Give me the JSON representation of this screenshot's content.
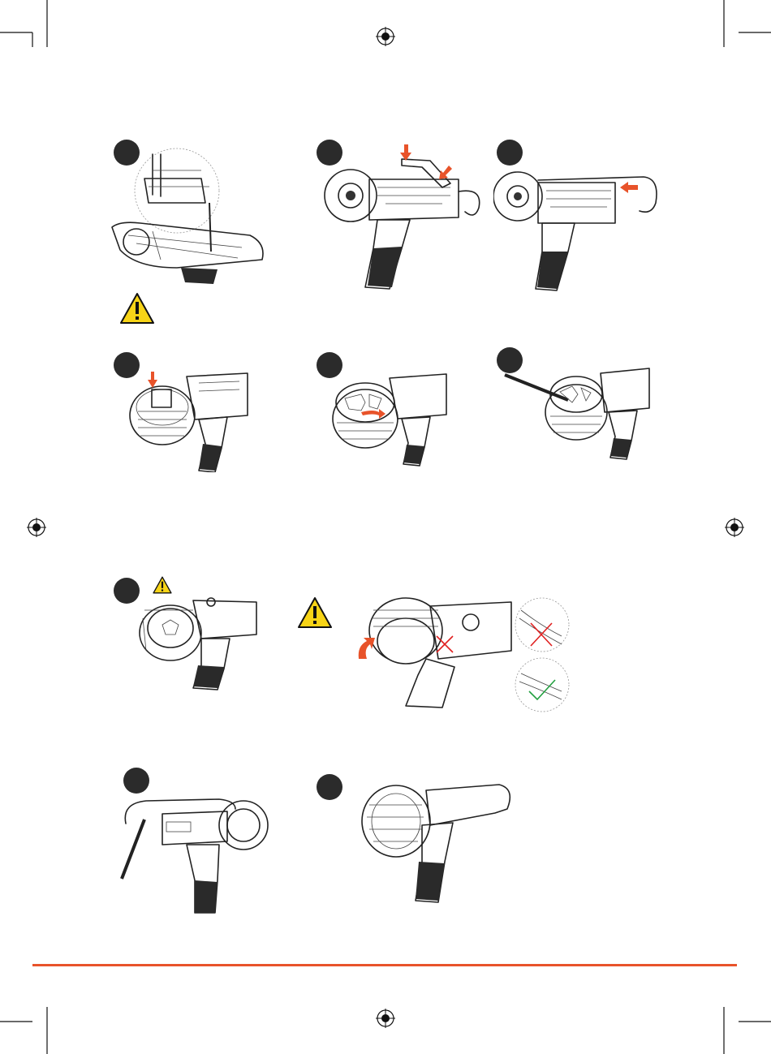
{
  "page": {
    "steps": [
      {
        "id": "step-1",
        "label": ""
      },
      {
        "id": "step-2",
        "label": ""
      },
      {
        "id": "step-3",
        "label": ""
      },
      {
        "id": "step-4",
        "label": ""
      },
      {
        "id": "step-5",
        "label": ""
      },
      {
        "id": "step-6",
        "label": ""
      },
      {
        "id": "step-7",
        "label": ""
      },
      {
        "id": "step-8",
        "label": ""
      },
      {
        "id": "step-9",
        "label": ""
      },
      {
        "id": "step-10",
        "label": ""
      }
    ],
    "icons": [
      "warning-icon",
      "registration-mark-icon",
      "crop-mark-icon",
      "arrow-icon",
      "cross-icon",
      "check-icon"
    ],
    "colors": {
      "accent": "#e8532a",
      "warning": "#f7d417",
      "dark": "#2b2b2b",
      "wrong": "#e02020",
      "right": "#22a040"
    }
  }
}
